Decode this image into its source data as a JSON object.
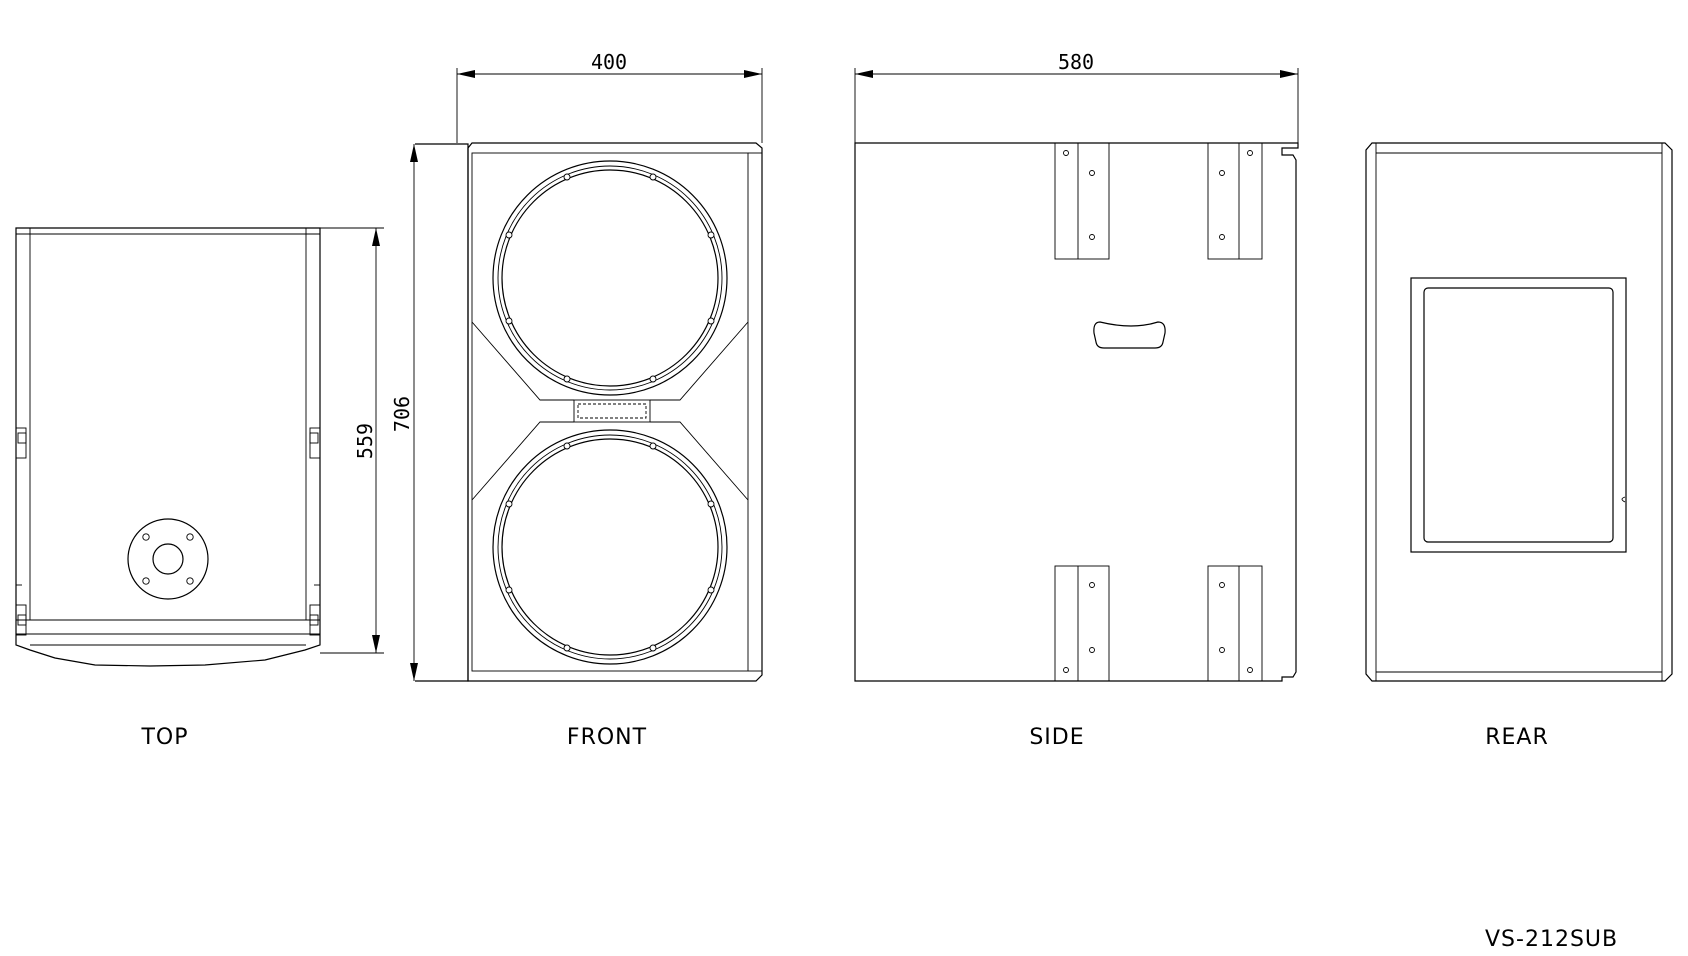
{
  "views": {
    "top": {
      "label": "TOP"
    },
    "front": {
      "label": "FRONT"
    },
    "side": {
      "label": "SIDE"
    },
    "rear": {
      "label": "REAR"
    }
  },
  "dimensions": {
    "front_width": "400",
    "side_width": "580",
    "front_height": "706",
    "top_depth": "559"
  },
  "model": "VS-212SUB",
  "colors": {
    "line": "#000000",
    "background": "#ffffff"
  }
}
